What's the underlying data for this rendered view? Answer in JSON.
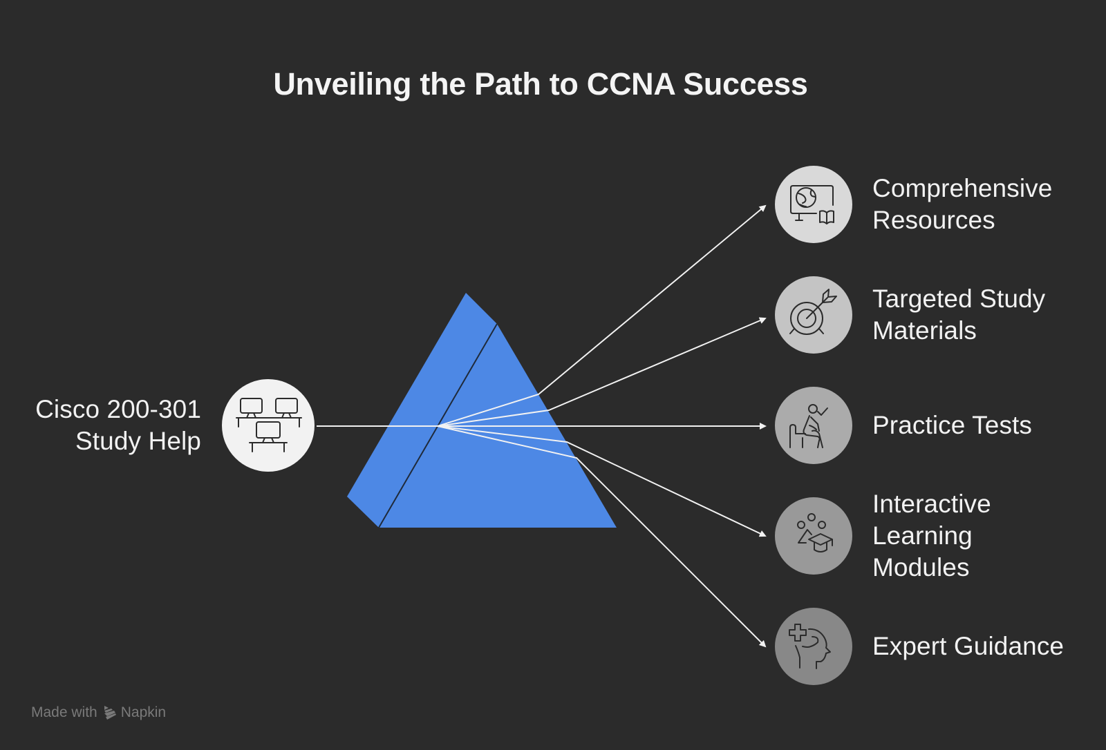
{
  "title": "Unveiling the Path to CCNA Success",
  "colors": {
    "background": "#2b2b2b",
    "prism": "#4d88e5",
    "ray": "#f2f2f2",
    "source_circle": "#f2f2f2",
    "icon_stroke": "#2b2b2b"
  },
  "source": {
    "lines": [
      "Cisco 200-301",
      "Study Help"
    ],
    "icon": "networked-computers-icon"
  },
  "outputs": [
    {
      "lines": [
        "Comprehensive",
        "Resources"
      ],
      "icon": "monitor-globe-book-icon",
      "circle_color": "#d9d9d9"
    },
    {
      "lines": [
        "Targeted Study",
        "Materials"
      ],
      "icon": "target-arrow-icon",
      "circle_color": "#c4c4c4"
    },
    {
      "lines": [
        "Practice Tests"
      ],
      "icon": "seated-person-check-icon",
      "circle_color": "#ababab"
    },
    {
      "lines": [
        "Interactive",
        "Learning",
        "Modules"
      ],
      "icon": "graduation-cap-shapes-icon",
      "circle_color": "#999999"
    },
    {
      "lines": [
        "Expert Guidance"
      ],
      "icon": "head-medical-cross-icon",
      "circle_color": "#888888"
    }
  ],
  "footer": {
    "made_with": "Made with",
    "brand": "Napkin",
    "logo_icon": "napkin-logo-icon"
  }
}
